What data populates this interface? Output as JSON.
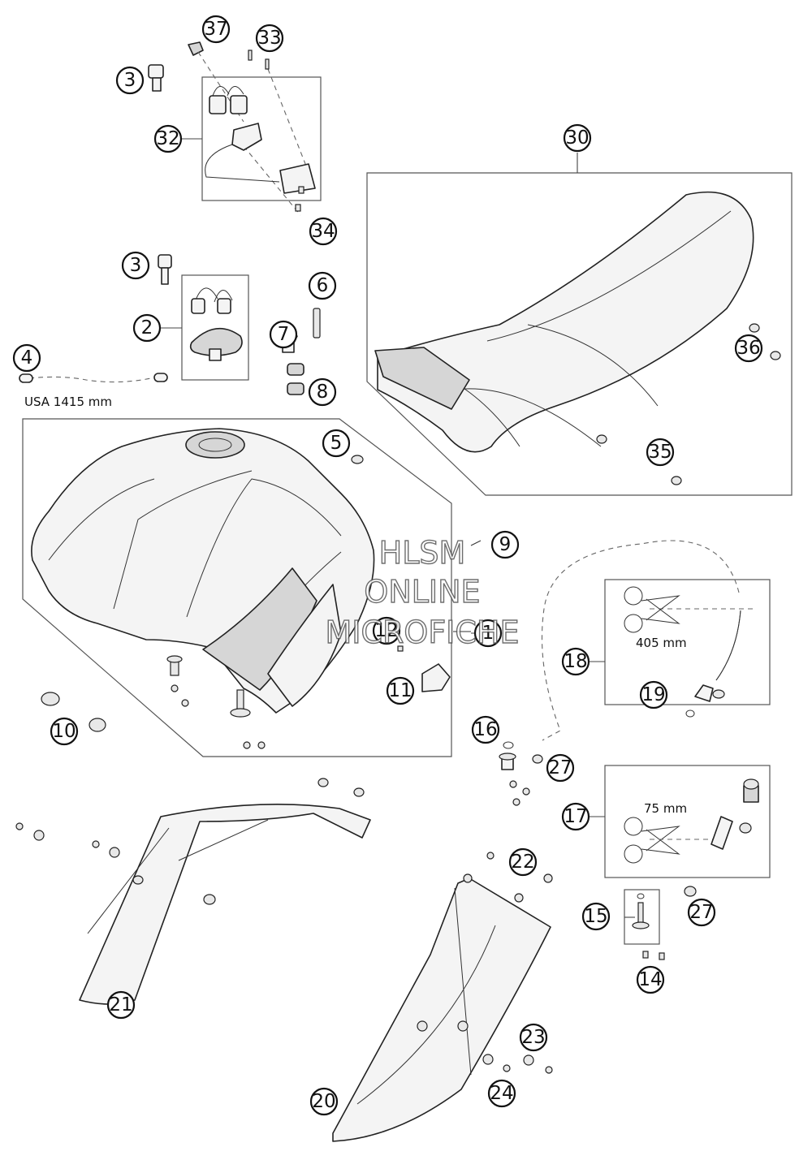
{
  "diagram": {
    "callouts": [
      {
        "id": "c37",
        "label": "37"
      },
      {
        "id": "c33",
        "label": "33"
      },
      {
        "id": "c3a",
        "label": "3"
      },
      {
        "id": "c32",
        "label": "32"
      },
      {
        "id": "c34",
        "label": "34"
      },
      {
        "id": "c30",
        "label": "30"
      },
      {
        "id": "c3b",
        "label": "3"
      },
      {
        "id": "c2",
        "label": "2"
      },
      {
        "id": "c6",
        "label": "6"
      },
      {
        "id": "c7",
        "label": "7"
      },
      {
        "id": "c8",
        "label": "8"
      },
      {
        "id": "c4",
        "label": "4"
      },
      {
        "id": "c36",
        "label": "36"
      },
      {
        "id": "c5",
        "label": "5"
      },
      {
        "id": "c35",
        "label": "35"
      },
      {
        "id": "c9",
        "label": "9"
      },
      {
        "id": "c12",
        "label": "12"
      },
      {
        "id": "c1",
        "label": "1"
      },
      {
        "id": "c18",
        "label": "18"
      },
      {
        "id": "c19",
        "label": "19"
      },
      {
        "id": "c11",
        "label": "11"
      },
      {
        "id": "c10",
        "label": "10"
      },
      {
        "id": "c16",
        "label": "16"
      },
      {
        "id": "c27a",
        "label": "27"
      },
      {
        "id": "c17",
        "label": "17"
      },
      {
        "id": "c22",
        "label": "22"
      },
      {
        "id": "c15",
        "label": "15"
      },
      {
        "id": "c27b",
        "label": "27"
      },
      {
        "id": "c14",
        "label": "14"
      },
      {
        "id": "c21",
        "label": "21"
      },
      {
        "id": "c23",
        "label": "23"
      },
      {
        "id": "c24",
        "label": "24"
      },
      {
        "id": "c20",
        "label": "20"
      }
    ],
    "dimensions": {
      "hose_usa": "USA 1415 mm",
      "hose_18": "405 mm",
      "hose_17": "75 mm"
    },
    "watermark": {
      "line1": "HLSM",
      "line2": "ONLINE",
      "line3": "MICROFICHE"
    }
  }
}
